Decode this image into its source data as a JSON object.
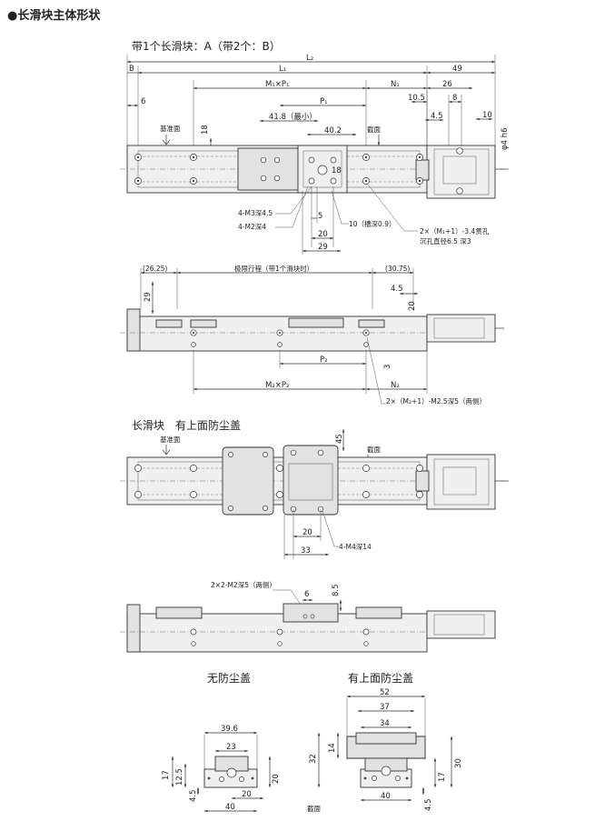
{
  "heading": "●长滑块主体形状",
  "view1": {
    "title": "带1个长滑块：A（带2个：B）",
    "dims": {
      "L2": "L₂",
      "L1": "L₁",
      "B": "B",
      "d49": "49",
      "M1P1": "M₁×P₁",
      "N1": "N₁",
      "d26": "26",
      "d10_5": "10.5",
      "d8": "8",
      "d6": "6",
      "P1": "P₁",
      "d41_8": "41.8（最小）",
      "d40_2": "40.2",
      "d4_5": "4.5",
      "d10": "10",
      "d18a": "18",
      "d18b": "18",
      "phi4h6": "φ4 h6",
      "d5": "5",
      "d20": "20",
      "d29": "29"
    },
    "labels": {
      "datum": "基准面",
      "section": "截面",
      "m3": "4-M3深4.5",
      "m2": "4-M2深4",
      "groove": "10（槽深0.9）",
      "holes": "2×（M₁+1）-3.4贯孔",
      "counterbore": "沉孔直径6.5 深3"
    }
  },
  "view2": {
    "dims": {
      "d26_25": "(26.25)",
      "stroke": "极限行程（带1个滑块时）",
      "d30_75": "(30.75)",
      "d29": "29",
      "d4_5": "4.5",
      "d20": "20",
      "d3": "3",
      "P2": "P₂",
      "M2P2": "M₂×P₂",
      "N2": "N₂"
    },
    "labels": {
      "holes2": "2×（M₂+1）-M2.5深5（两侧）"
    }
  },
  "view3": {
    "title": "长滑块　有上面防尘盖",
    "dims": {
      "d45": "45",
      "d20": "20",
      "d33": "33"
    },
    "labels": {
      "datum": "基准面",
      "section": "截面",
      "m4": "4-M4深14"
    }
  },
  "view4": {
    "dims": {
      "d6": "6",
      "d8_5": "8.5"
    },
    "labels": {
      "m2side": "2×2-M2深5（两侧）"
    }
  },
  "view5": {
    "title": "无防尘盖",
    "dims": {
      "d39_6": "39.6",
      "d23": "23",
      "d17": "17",
      "d12_5": "12.5",
      "d20": "20",
      "d4_5": "4.5",
      "d20b": "20",
      "d40": "40"
    }
  },
  "view6": {
    "title": "有上面防尘盖",
    "dims": {
      "d52": "52",
      "d37": "37",
      "d34": "34",
      "d32": "32",
      "d14": "14",
      "d30": "30",
      "d17": "17",
      "d4_5": "4.5",
      "d40": "40"
    },
    "labels": {
      "section": "截面"
    }
  }
}
